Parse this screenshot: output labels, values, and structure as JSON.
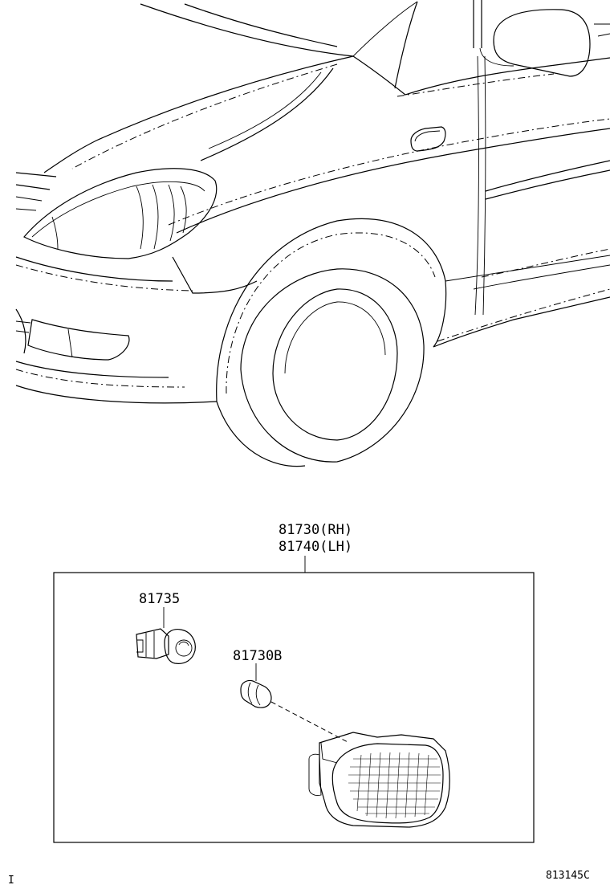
{
  "callouts": {
    "assembly_rh": "81730(RH)",
    "assembly_lh": "81740(LH)",
    "socket": "81735",
    "bulb": "81730B"
  },
  "footer": {
    "left_mark": "I",
    "figure_code": "813145C"
  }
}
